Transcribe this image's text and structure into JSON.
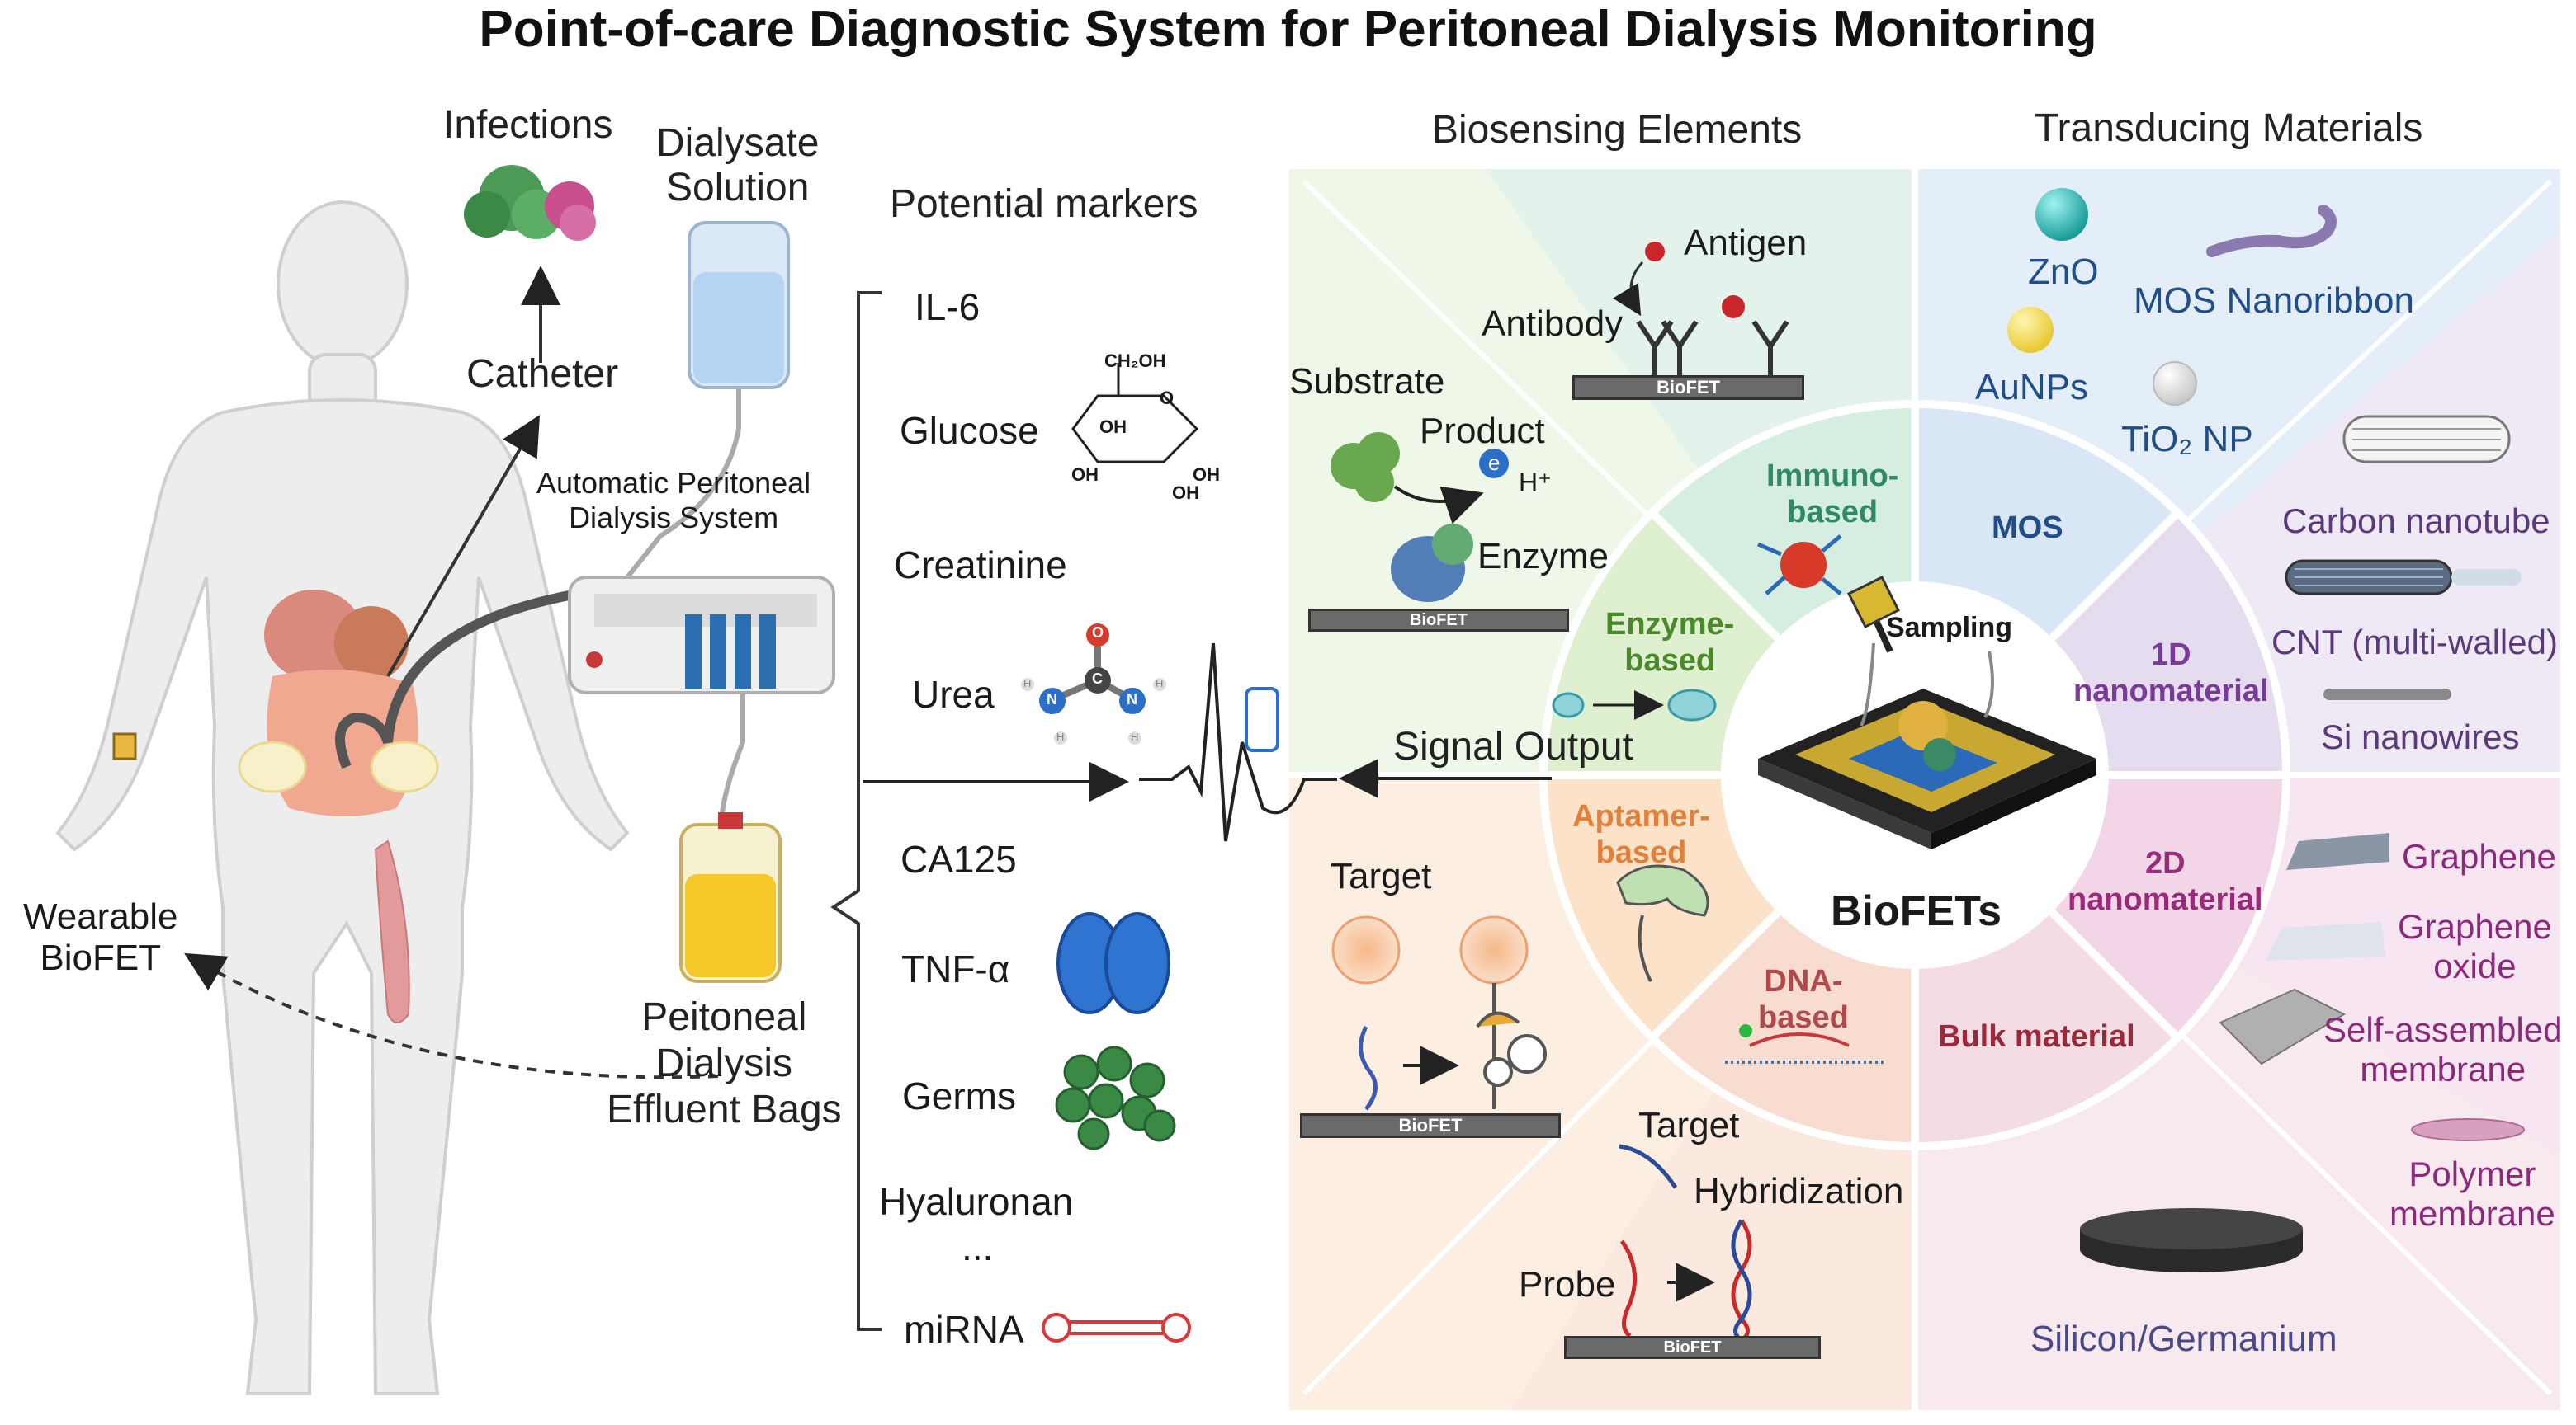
{
  "title": "Point-of-care Diagnostic System for Peritoneal Dialysis Monitoring",
  "patient": {
    "infections": "Infections",
    "catheter": "Catheter",
    "dialysate": "Dialysate\nSolution",
    "apd": "Automatic Peritoneal\nDialysis System",
    "effluent": "Peitoneal\nDialysis\nEffluent Bags",
    "wearable": "Wearable\nBioFET"
  },
  "markers": {
    "heading": "Potential markers",
    "items": [
      "IL-6",
      "Glucose",
      "Creatinine",
      "Urea",
      "CA125",
      "TNF-α",
      "Germs",
      "Hyaluronan",
      "...",
      "miRNA"
    ],
    "glucose_labels": [
      "CH₂OH",
      "O",
      "OH",
      "OH",
      "OH",
      "OH"
    ],
    "urea_atoms": [
      "O",
      "C",
      "N",
      "N",
      "H",
      "H",
      "H",
      "H"
    ]
  },
  "signal_output": "Signal Output",
  "biosensing": {
    "heading": "Biosensing Elements",
    "antigen": "Antigen",
    "antibody": "Antibody",
    "substrate": "Substrate",
    "product": "Product",
    "e": "e",
    "h_plus": "H⁺",
    "enzyme": "Enzyme",
    "target_aptamer": "Target",
    "target_dna": "Target",
    "hybridization": "Hybridization",
    "probe": "Probe",
    "chip": "BioFET"
  },
  "categories": {
    "immuno": "Immuno-\nbased",
    "enzyme": "Enzyme-\nbased",
    "aptamer": "Aptamer-\nbased",
    "dna": "DNA-\nbased",
    "mos": "MOS",
    "one_d": "1D\nnanomaterial",
    "two_d": "2D\nnanomaterial",
    "bulk": "Bulk material"
  },
  "center": {
    "sampling": "Sampling",
    "label": "BioFETs"
  },
  "transducing": {
    "heading": "Transducing Materials",
    "zno": "ZnO",
    "mos_nanoribbon": "MOS Nanoribbon",
    "aunps": "AuNPs",
    "tio2": "TiO₂ NP",
    "cnt": "Carbon nanotube",
    "cnt_mw": "CNT (multi-walled)",
    "si_nw": "Si nanowires",
    "graphene": "Graphene",
    "graphene_oxide": "Graphene\noxide",
    "sam": "Self-assembled\nmembrane",
    "polymer": "Polymer\nmembrane",
    "si_ge": "Silicon/Germanium"
  },
  "colors": {
    "immuno": "#e4f3ea",
    "enzyme": "#e8f6df",
    "aptamer": "#fcebd9",
    "dna": "#fbe6dd",
    "mos": "#e2ecf8",
    "one_d": "#ece6f4",
    "two_d": "#f6e2ef",
    "bulk": "#f7e6ec",
    "accent_blue": "#1f4e8a",
    "accent_purple": "#7a3a7a",
    "accent_orange": "#e0803a"
  }
}
